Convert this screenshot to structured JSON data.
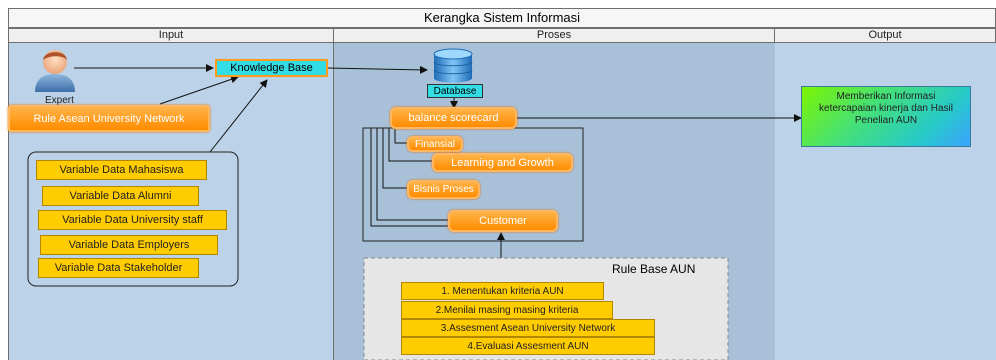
{
  "title": "Kerangka Sistem Informasi",
  "lanes": {
    "input": "Input",
    "proses": "Proses",
    "output": "Output"
  },
  "input": {
    "expert_label": "Expert",
    "rule_network": "Rule Asean University Network",
    "knowledge_base": "Knowledge Base",
    "variables": [
      "Variable Data Mahasiswa",
      "Variable Data Alumni",
      "Variable Data University staff",
      "Variable Data  Employers",
      "Variable Data Stakeholder"
    ]
  },
  "proses": {
    "database": "Database",
    "scorecard": "balance scorecard",
    "perspectives": [
      "Finansial",
      "Learning and Growth",
      "Bisnis Proses",
      "Customer"
    ],
    "rule_base_title": "Rule Base AUN",
    "rule_steps": [
      "1. Menentukan kriteria AUN",
      "2.Menilai masing masing kriteria",
      "3.Assesment Asean University Network",
      "4.Evaluasi Assesment   AUN"
    ]
  },
  "output": {
    "result": "Memberikan Informasi ketercapaian kinerja dan Hasil Penelian AUN"
  },
  "colors": {
    "input_lane": "#bcd2e8",
    "proses_lane": "#a8c0d8",
    "output_lane": "#bcd2e8",
    "yellow_box": "#ffcc00",
    "orange_box": "#ff9a1a",
    "cyan_box": "#33dde6"
  }
}
